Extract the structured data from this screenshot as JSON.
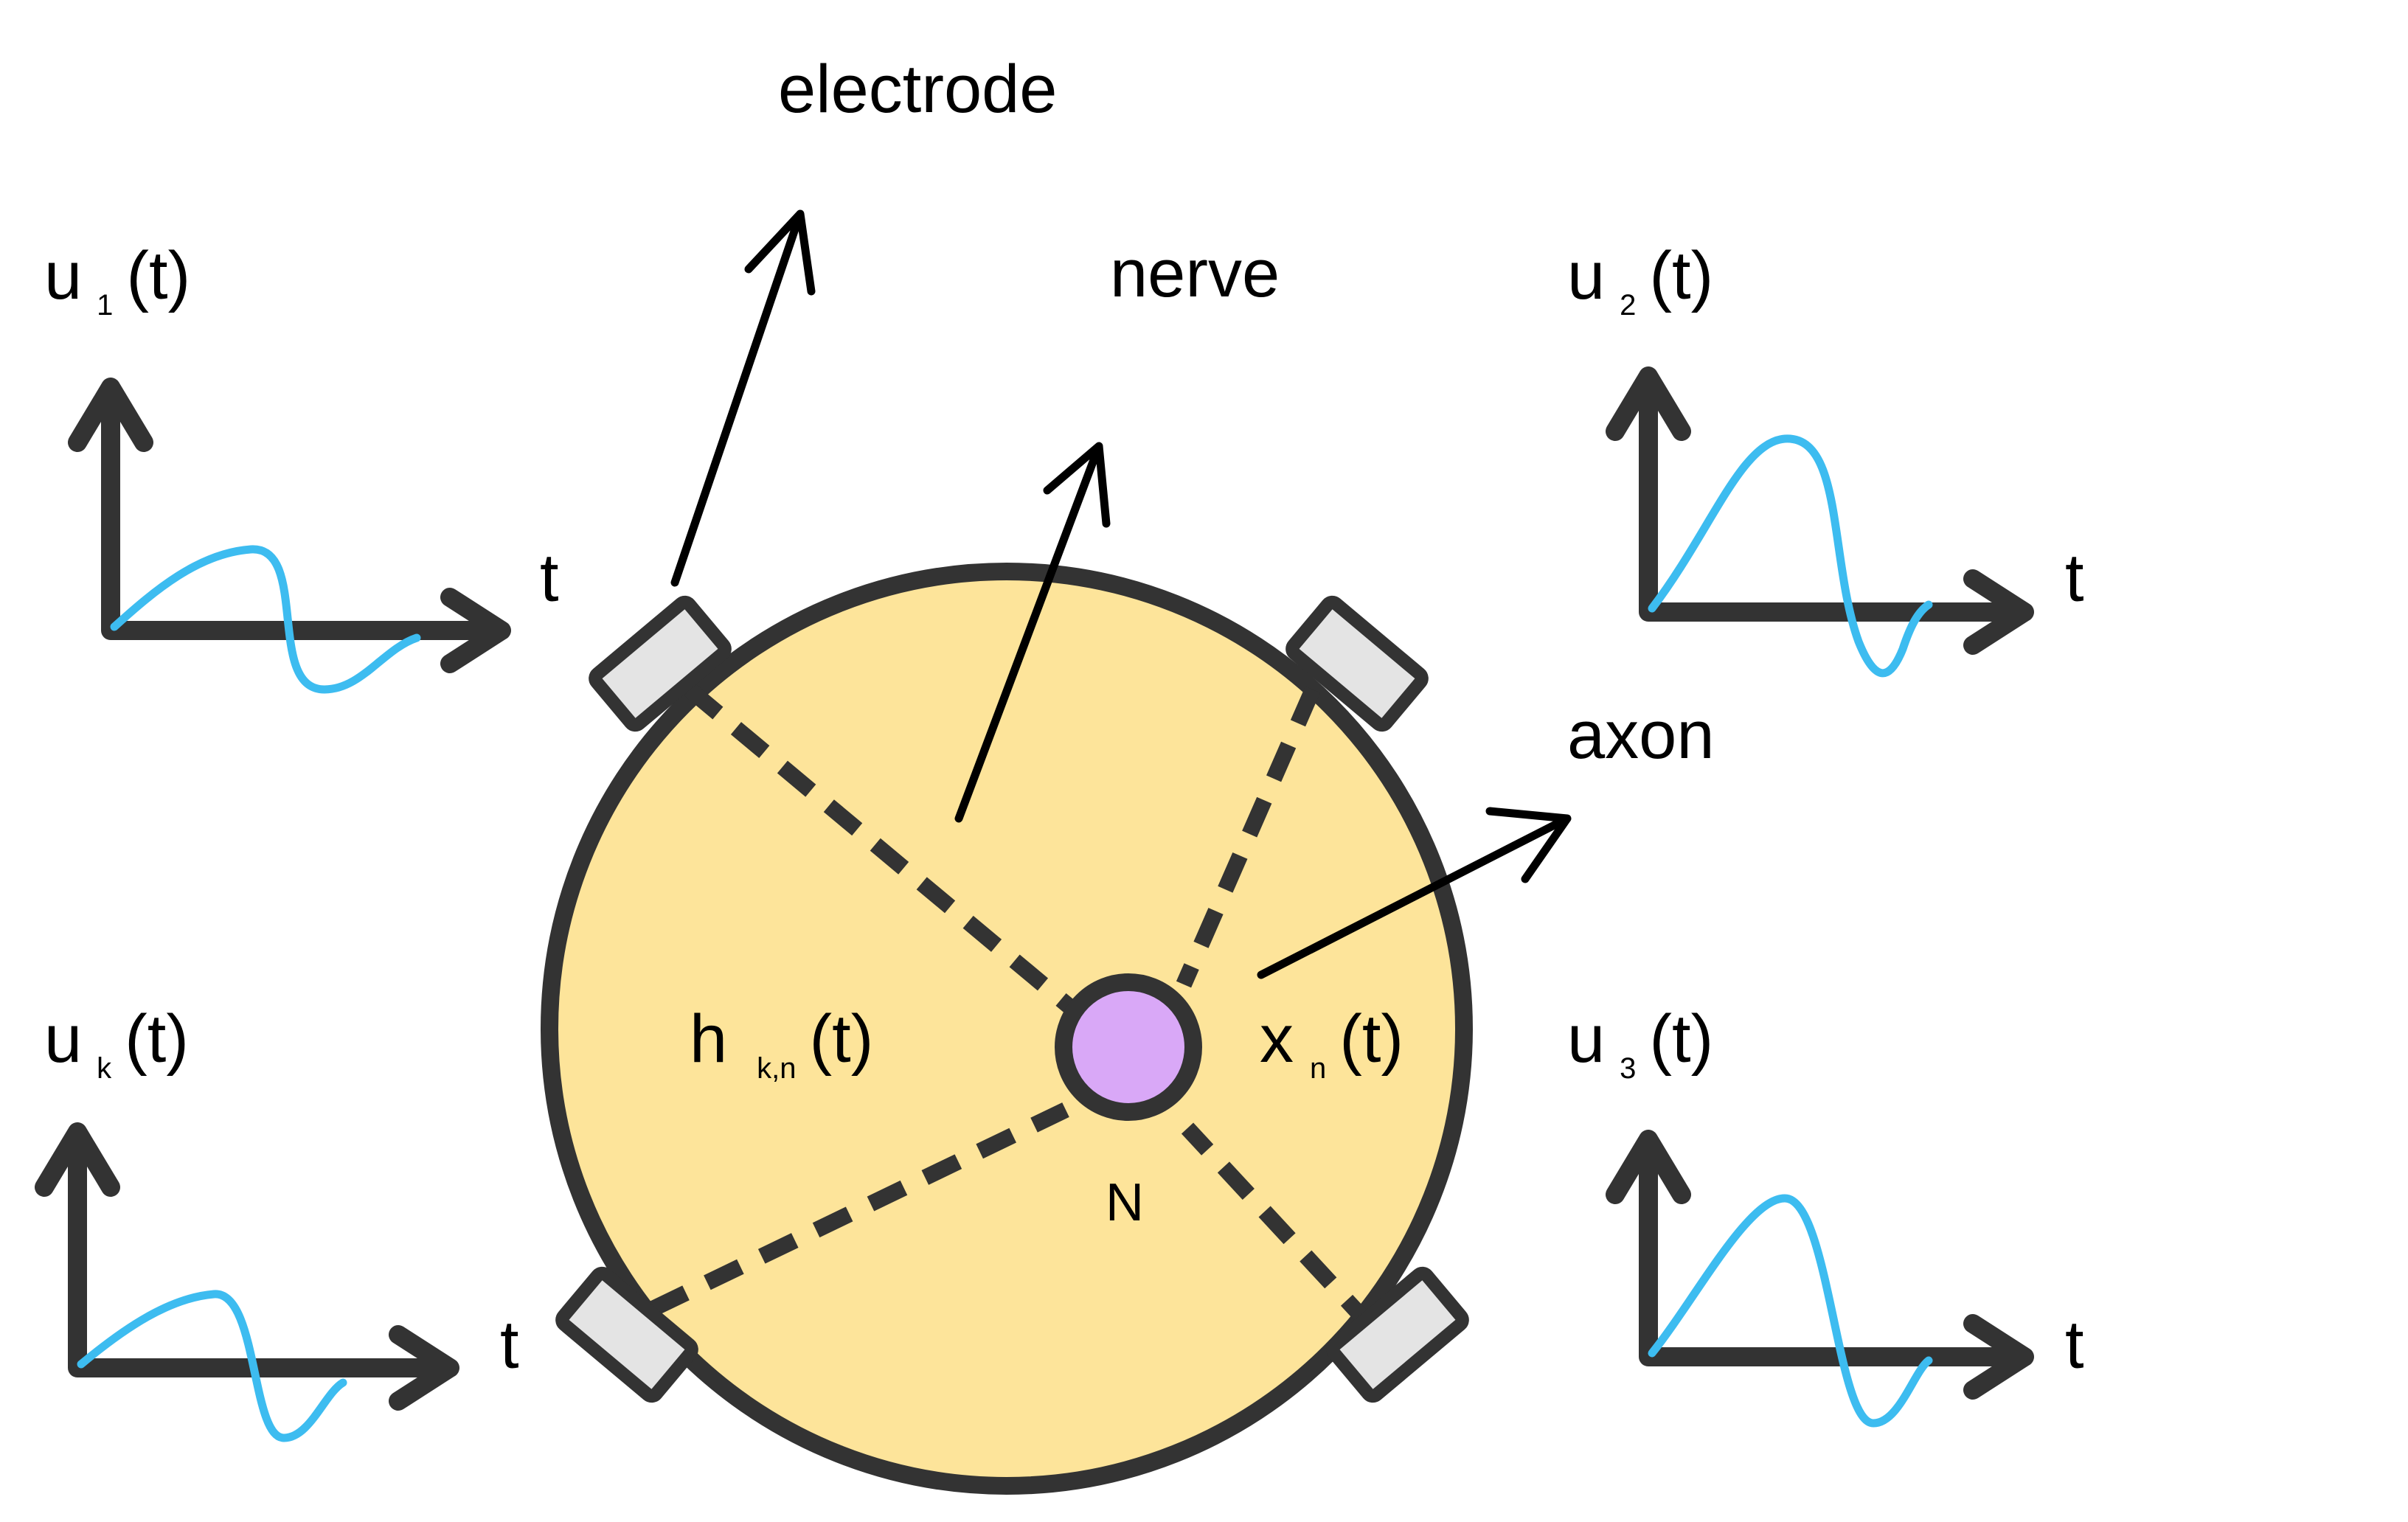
{
  "labels": {
    "electrode": "electrode",
    "nerve": "nerve",
    "axon": "axon",
    "node": "N",
    "impulse_response": {
      "base": "h",
      "sub": "k,n",
      "arg": "(t)"
    },
    "axon_signal": {
      "base": "x",
      "sub": "n",
      "arg": "(t)"
    }
  },
  "plots": [
    {
      "id": "u1",
      "base": "u",
      "sub": "1",
      "arg": "(t)",
      "axis": "t"
    },
    {
      "id": "u2",
      "base": "u",
      "sub": "2",
      "arg": "(t)",
      "axis": "t"
    },
    {
      "id": "uk",
      "base": "u",
      "sub": "k",
      "arg": "(t)",
      "axis": "t"
    },
    {
      "id": "u3",
      "base": "u",
      "sub": "3",
      "arg": "(t)",
      "axis": "t"
    }
  ],
  "colors": {
    "nerve_fill": "#fde49a",
    "node_fill": "#d9a8f7",
    "electrode_fill": "#e4e4e4",
    "outline": "#333333",
    "waveform": "#3dbcf0"
  }
}
